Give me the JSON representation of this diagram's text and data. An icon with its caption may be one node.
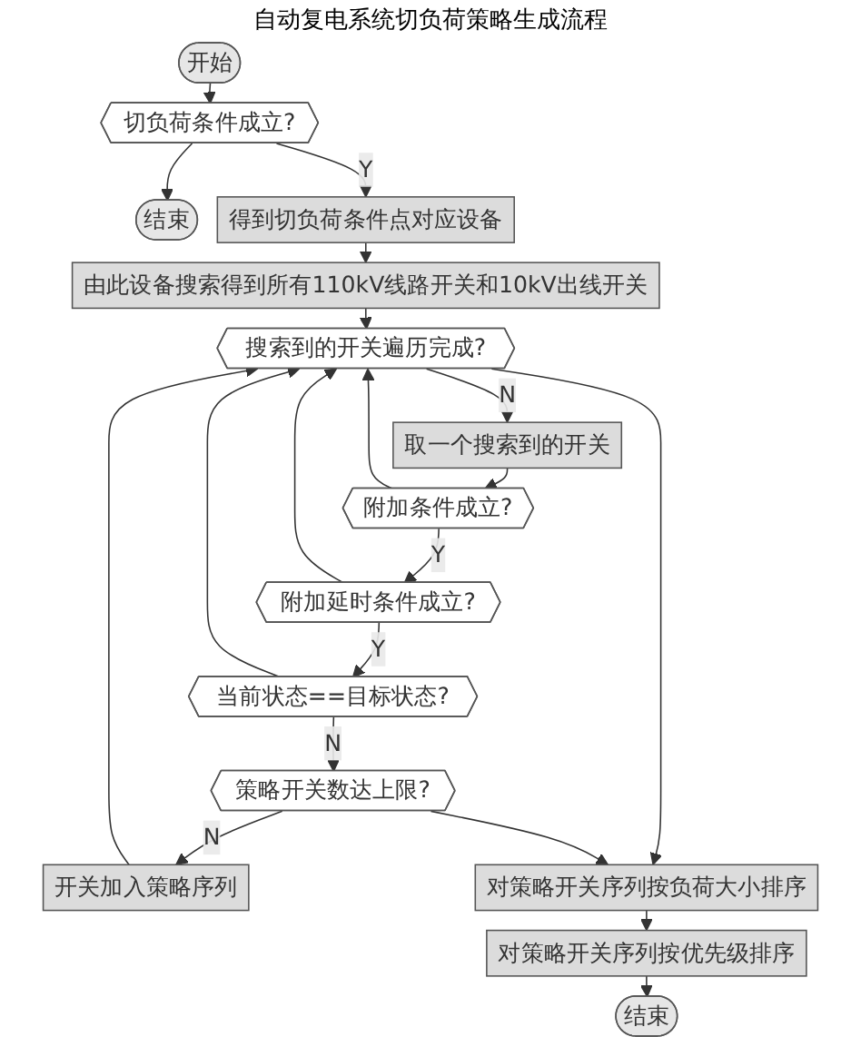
{
  "diagram": {
    "title": "自动复电系统切负荷策略生成流程",
    "nodes": [
      {
        "text": [
          "开始"
        ]
      },
      {
        "text": [
          "切负荷条件成立?"
        ]
      },
      {
        "text": [
          "结束"
        ]
      },
      {
        "text": [
          "得到切负荷条件点对应设备"
        ]
      },
      {
        "text": [
          "由此设备搜索得到所有110kV线路开关和10kV出线开关"
        ]
      },
      {
        "text": [
          "搜索到的开关遍历完成?"
        ]
      },
      {
        "text": [
          "取一个搜索到的开关"
        ]
      },
      {
        "text": [
          "附加条件成立?"
        ]
      },
      {
        "text": [
          "附加延时条件成立?"
        ]
      },
      {
        "text": [
          "当前状态==目标状态?"
        ]
      },
      {
        "text": [
          "策略开关数达上限?"
        ]
      },
      {
        "text": [
          "开关加入策略序列"
        ]
      },
      {
        "text": [
          "对策略开关序列按负荷大小排序"
        ]
      },
      {
        "text": [
          "对策略开关序列按优先级排序"
        ]
      },
      {
        "text": [
          "结束"
        ]
      }
    ],
    "edges": [
      {
        "from": 0,
        "to": 1,
        "arrow": "to"
      },
      {
        "from": 1,
        "to": 2,
        "arrow": "to"
      },
      {
        "from": 1,
        "to": 3,
        "arrow": "to",
        "label": "Y"
      },
      {
        "from": 3,
        "to": 4,
        "arrow": "to"
      },
      {
        "from": 4,
        "to": 5,
        "arrow": "to"
      },
      {
        "from": 5,
        "to": 6,
        "arrow": "to",
        "label": "N"
      },
      {
        "from": 6,
        "to": 7,
        "arrow": "to"
      },
      {
        "from": 7,
        "to": 8,
        "arrow": "to",
        "label": "Y"
      },
      {
        "from": 8,
        "to": 9,
        "arrow": "to",
        "label": "Y"
      },
      {
        "from": 9,
        "to": 10,
        "arrow": "to",
        "label": "N"
      },
      {
        "from": 10,
        "to": 11,
        "arrow": "to",
        "label": "N"
      },
      {
        "from": 7,
        "to": 5,
        "arrow": "to"
      },
      {
        "from": 8,
        "to": 5,
        "arrow": "to"
      },
      {
        "from": 9,
        "to": 5,
        "arrow": "to"
      },
      {
        "from": 11,
        "to": 5,
        "arrow": "to"
      },
      {
        "from": 5,
        "to": 12,
        "arrow": "to"
      },
      {
        "from": 10,
        "to": 12,
        "arrow": "to"
      },
      {
        "from": 12,
        "to": 13,
        "arrow": "to"
      },
      {
        "from": 13,
        "to": 14,
        "arrow": "to"
      }
    ]
  }
}
